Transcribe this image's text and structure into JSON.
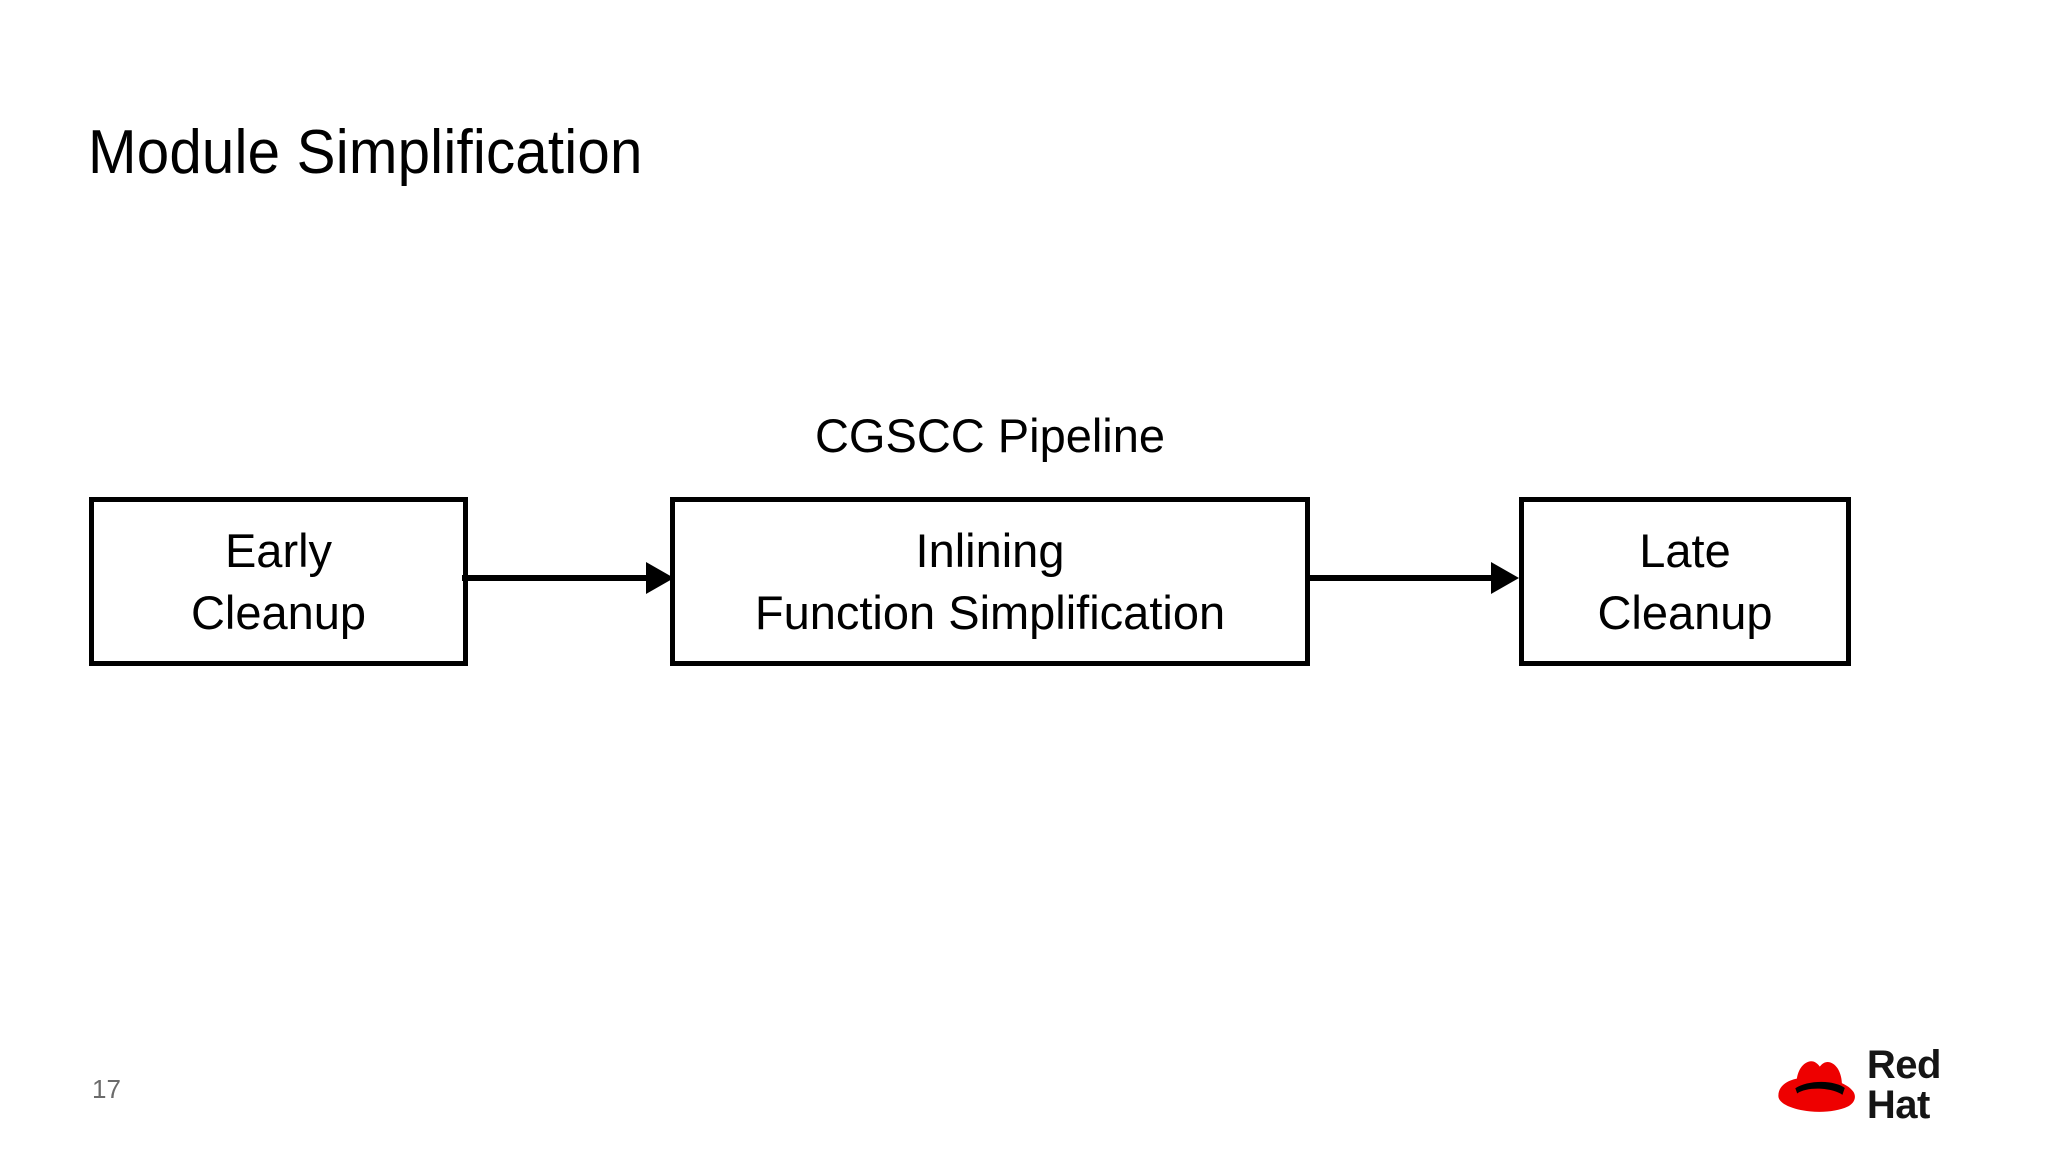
{
  "slide": {
    "title": "Module Simplification",
    "page_number": "17",
    "background_color": "#ffffff",
    "text_color": "#000000",
    "page_number_color": "#6b6b6b"
  },
  "diagram": {
    "type": "flowchart",
    "orientation": "left-to-right",
    "group_label": "CGSCC Pipeline",
    "boxes": [
      {
        "id": "early-cleanup",
        "line1": "Early",
        "line2": "Cleanup"
      },
      {
        "id": "cgscc-pipeline",
        "line1": "Inlining",
        "line2": "Function Simplification"
      },
      {
        "id": "late-cleanup",
        "line1": "Late",
        "line2": "Cleanup"
      }
    ],
    "arrows": [
      {
        "id": "arrow-early-to-cgscc",
        "from": "early-cleanup",
        "to": "cgscc-pipeline"
      },
      {
        "id": "arrow-cgscc-to-late",
        "from": "cgscc-pipeline",
        "to": "late-cleanup"
      }
    ],
    "stroke_color": "#000000"
  },
  "branding": {
    "logo_name": "red-hat-logo",
    "wordmark": "Red Hat",
    "hat_color": "#ee0000",
    "band_color": "#000000",
    "wordmark_color": "#151515"
  }
}
